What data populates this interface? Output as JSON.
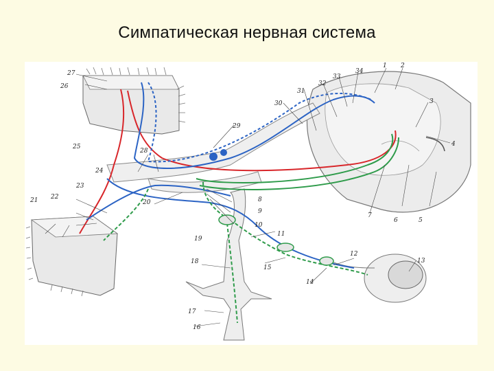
{
  "slide": {
    "title": "Симпатическая нервная система"
  },
  "colors": {
    "background": "#fdfbe3",
    "red": "#d8262a",
    "blue": "#2b63c4",
    "green": "#2e9b4a",
    "tissue": "#e6e6e6",
    "outline": "#666666"
  },
  "figure": {
    "labels": [
      "1",
      "2",
      "3",
      "4",
      "5",
      "6",
      "7",
      "8",
      "9",
      "10",
      "11",
      "12",
      "13",
      "14",
      "15",
      "16",
      "17",
      "18",
      "19",
      "20",
      "21",
      "22",
      "23",
      "24",
      "25",
      "26",
      "27",
      "28",
      "29",
      "30",
      "31",
      "32",
      "33",
      "34"
    ]
  }
}
